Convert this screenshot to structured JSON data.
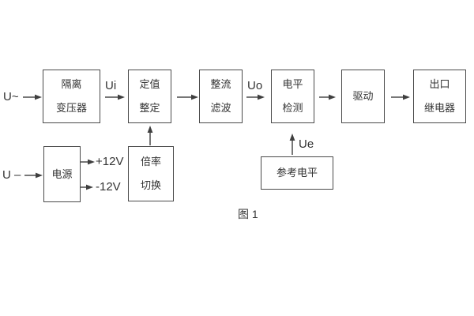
{
  "diagram": {
    "caption": "图 1",
    "inputs": {
      "ac_label": "U~",
      "dc_label": "U –"
    },
    "rails": {
      "positive": "+12V",
      "negative": "-12V"
    },
    "signals": {
      "ui": "Ui",
      "uo": "Uo",
      "ue": "Ue"
    },
    "blocks": {
      "isolation_transformer": {
        "line1": "隔离",
        "line2": "变压器"
      },
      "setpoint_adjust": {
        "line1": "定值",
        "line2": "整定"
      },
      "rectify_filter": {
        "line1": "整流",
        "line2": "滤波"
      },
      "level_detect": {
        "line1": "电平",
        "line2": "检测"
      },
      "drive": {
        "line1": "驱动"
      },
      "output_relay": {
        "line1": "出口",
        "line2": "继电器"
      },
      "power_supply": {
        "line1": "电源"
      },
      "ratio_switch": {
        "line1": "倍率",
        "line2": "切换"
      },
      "reference_level": {
        "line1": "参考电平"
      }
    },
    "colors": {
      "line": "#4a4a4a",
      "text": "#333333",
      "background": "#ffffff"
    }
  }
}
